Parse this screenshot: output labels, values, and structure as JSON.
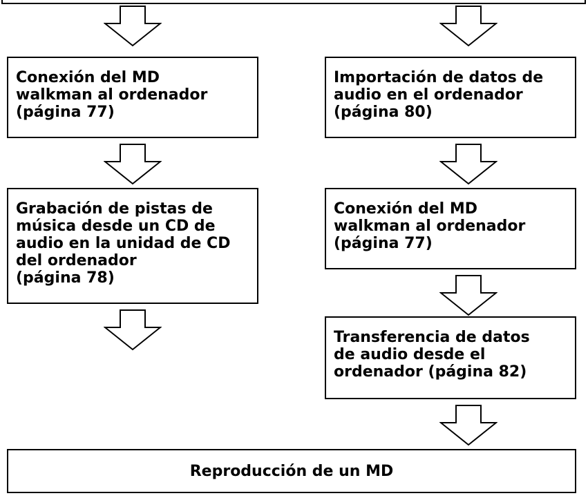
{
  "diagram": {
    "left_column": [
      {
        "id": "left-step-1",
        "text": "Conexión del MD\nwalkman al ordenador\n(página 77)"
      },
      {
        "id": "left-step-2",
        "text": "Grabación de pistas de\nmúsica desde un CD de\naudio en la unidad de CD\ndel ordenador\n(página 78)"
      }
    ],
    "right_column": [
      {
        "id": "right-step-1",
        "text": "Importación de datos de\naudio en el ordenador\n(página 80)"
      },
      {
        "id": "right-step-2",
        "text": "Conexión del MD\nwalkman al ordenador\n(página 77)"
      },
      {
        "id": "right-step-3",
        "text": "Transferencia de datos\nde audio desde el\nordenador (página 82)"
      }
    ],
    "final_step": {
      "text": "Reproducción de un MD"
    }
  },
  "colors": {
    "stroke": "#000000",
    "fill": "#ffffff"
  }
}
